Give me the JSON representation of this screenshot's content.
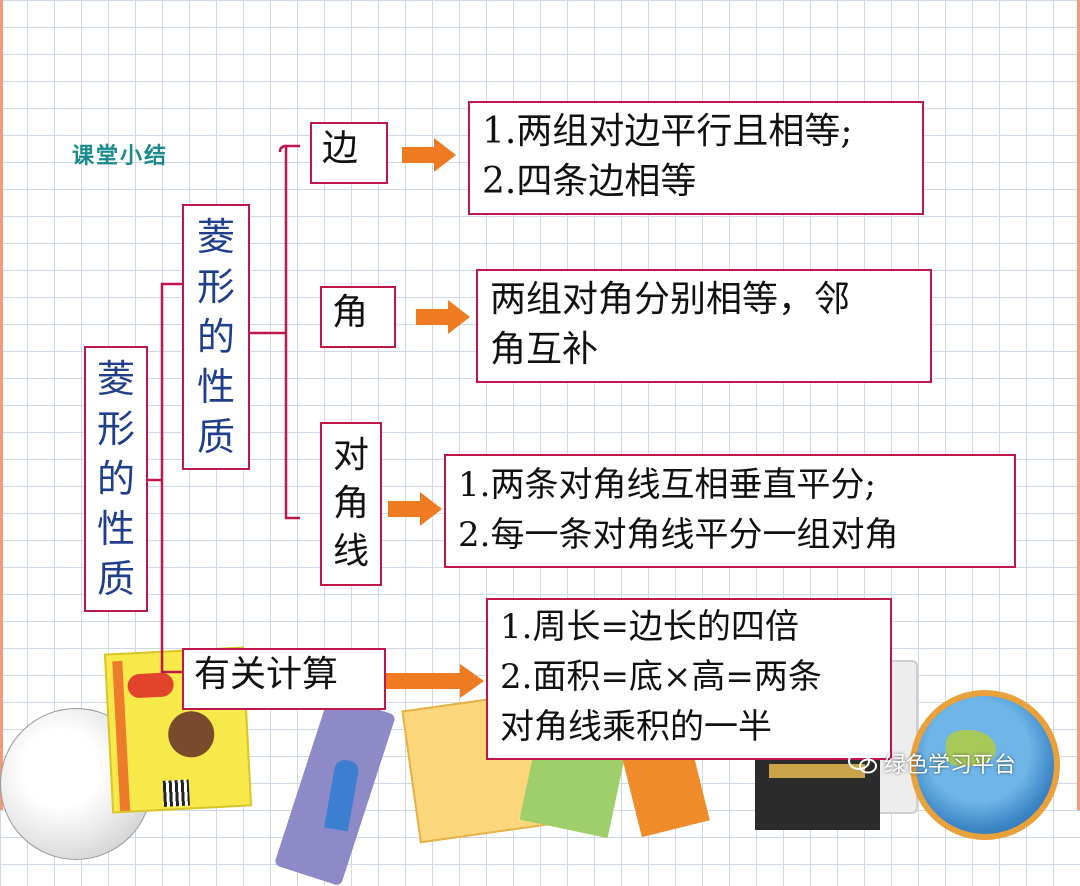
{
  "section_title": "课堂小结",
  "root_label": [
    "菱",
    "形",
    "的",
    "性",
    "质"
  ],
  "branch_properties": [
    "菱",
    "形",
    "的",
    "性",
    "质"
  ],
  "branch_calculation": "有关计算",
  "categories": {
    "side": "边",
    "angle": "角",
    "diagonal": [
      "对",
      "角",
      "线"
    ]
  },
  "details": {
    "side": [
      "1.两组对边平行且相等;",
      "2.四条边相等"
    ],
    "angle": [
      "两组对角分别相等，邻",
      "角互补"
    ],
    "diagonal": [
      "1.两条对角线互相垂直平分;",
      "2.每一条对角线平分一组对角"
    ],
    "calculation": [
      "1.周长=边长的四倍",
      "2.面积=底×高=两条",
      "对角线乘积的一半"
    ]
  },
  "watermark": "绿色学习平台",
  "colors": {
    "box_border": "#c0174a",
    "arrow": "#ee7a21",
    "title": "#1a8b8a"
  }
}
